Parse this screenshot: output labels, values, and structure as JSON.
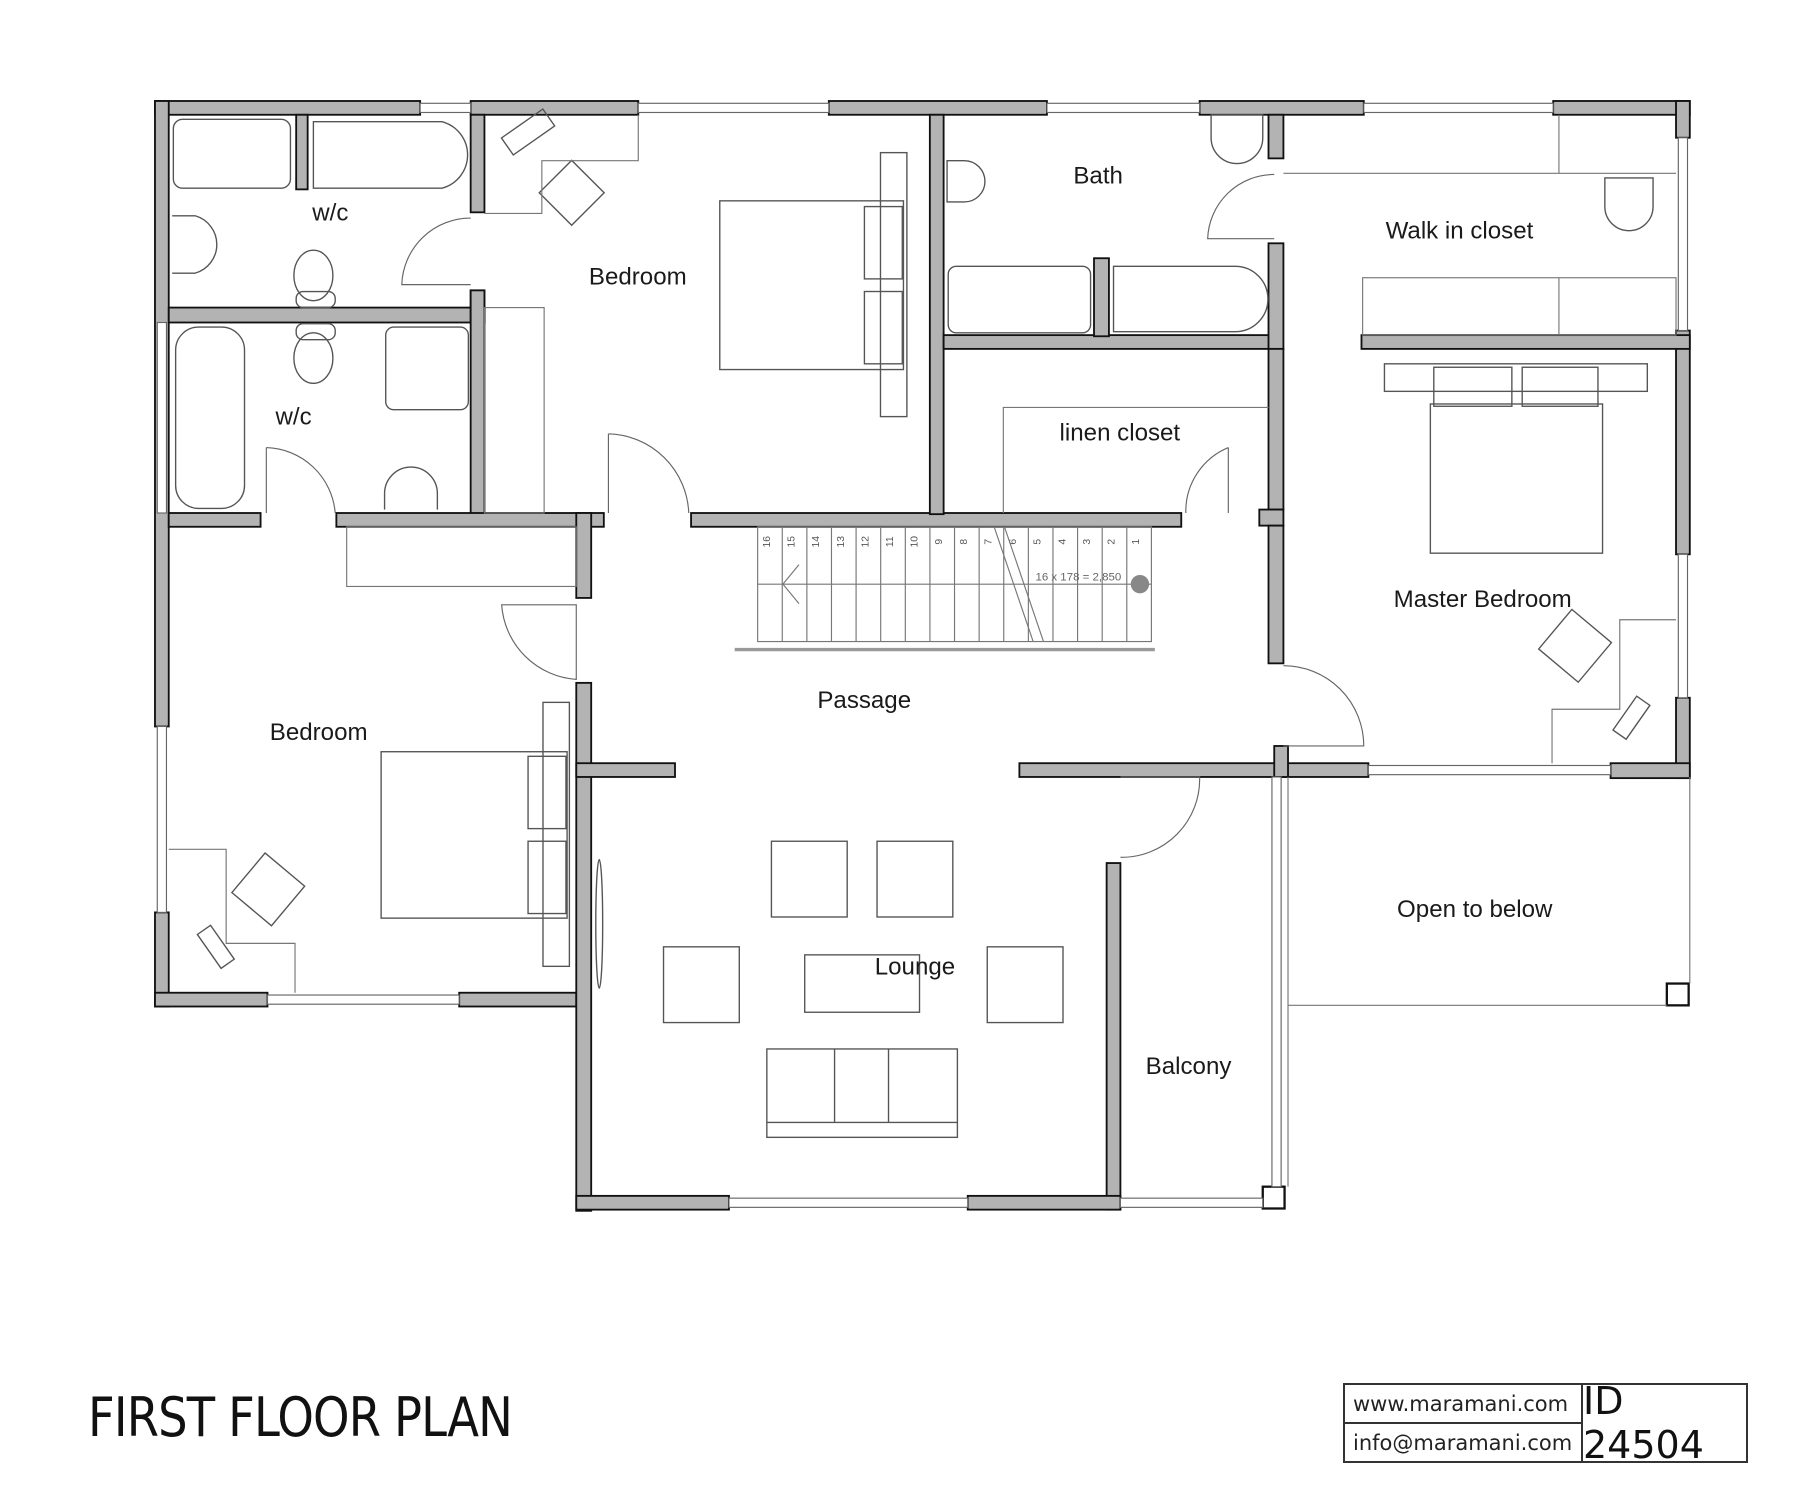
{
  "plan": {
    "title": "FIRST FLOOR PLAN",
    "rooms": {
      "wc_top": "w/c",
      "wc_bottom": "w/c",
      "bedroom_top": "Bedroom",
      "bath": "Bath",
      "walk_in_closet": "Walk in closet",
      "linen_closet": "linen closet",
      "master_bedroom": "Master Bedroom",
      "passage": "Passage",
      "bedroom_left": "Bedroom",
      "lounge": "Lounge",
      "balcony": "Balcony",
      "open_to_below": "Open to below"
    },
    "staircase": {
      "steps": [
        "16",
        "15",
        "14",
        "13",
        "12",
        "11",
        "10",
        "9",
        "8",
        "7",
        "6",
        "5",
        "4",
        "3",
        "2",
        "1"
      ],
      "dimension": "16 x 178 = 2,850"
    },
    "colors": {
      "wall_fill": "#b3b3b3",
      "wall_outline": "#111111",
      "line": "#555555"
    }
  },
  "footer": {
    "website": "www.maramani.com",
    "email": "info@maramani.com",
    "id": "ID 24504"
  }
}
